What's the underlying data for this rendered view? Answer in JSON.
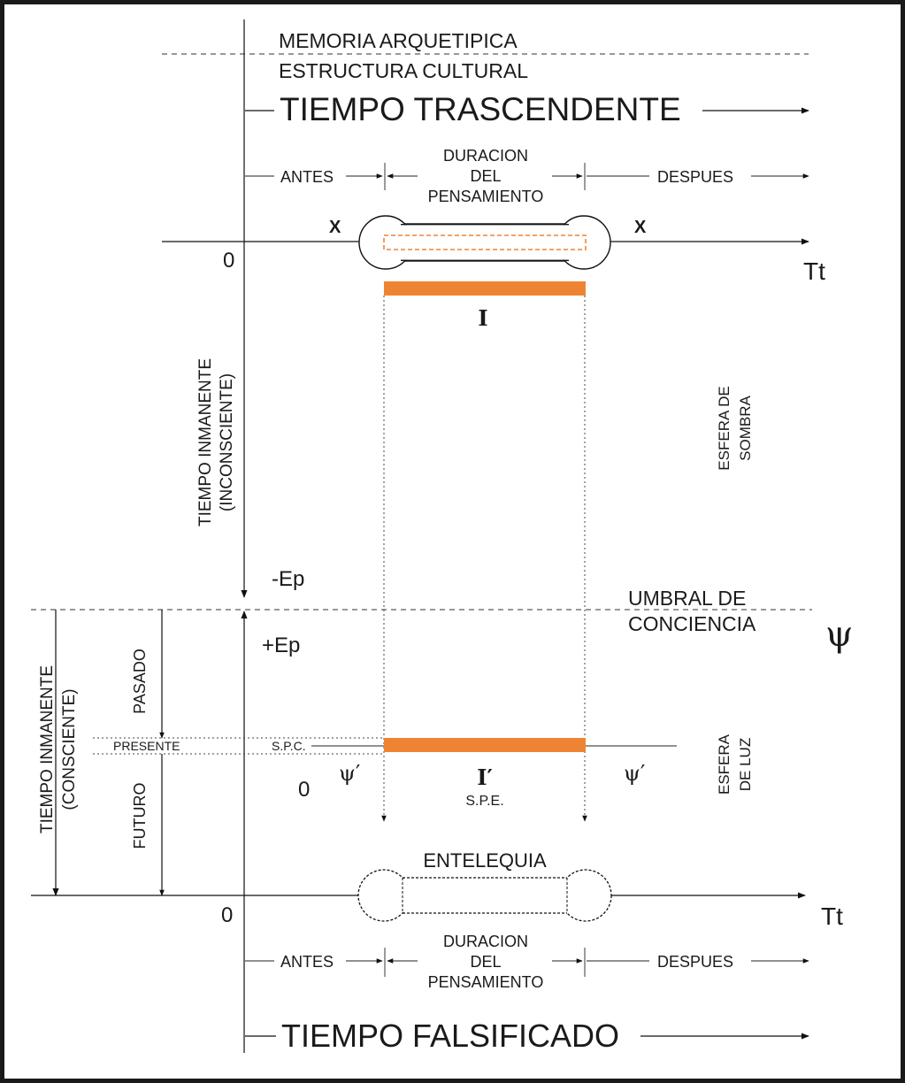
{
  "labels": {
    "memoria": "MEMORIA ARQUETIPICA",
    "estructura": "ESTRUCTURA CULTURAL",
    "trascendente": "TIEMPO TRASCENDENTE",
    "antes_top": "ANTES",
    "duracion_top_1": "DURACION",
    "duracion_top_2": "DEL",
    "duracion_top_3": "PENSAMIENTO",
    "despues_top": "DESPUES",
    "x_left": "X",
    "x_right": "X",
    "zero_top": "0",
    "tt_top": "Tt",
    "i_symbol": "I",
    "inconsciente_1": "TIEMPO INMANENTE",
    "inconsciente_2": "(INCONSCIENTE)",
    "sombra_1": "ESFERA DE",
    "sombra_2": "SOMBRA",
    "minus_ep": "-Ep",
    "umbral_1": "UMBRAL DE",
    "umbral_2": "CONCIENCIA",
    "psi": "ψ",
    "plus_ep": "+Ep",
    "consciente_1": "TIEMPO INMANENTE",
    "consciente_2": "(CONSCIENTE)",
    "pasado": "PASADO",
    "presente": "PRESENTE",
    "spc": "S.P.C.",
    "luz_1": "ESFERA",
    "luz_2": "DE LUZ",
    "psi_prime_left": "ψ′",
    "psi_prime_right": "ψ′",
    "zero_mid": "0",
    "i_prime": "I′",
    "spe": "S.P.E.",
    "futuro": "FUTURO",
    "entelequia": "ENTELEQUIA",
    "zero_bottom": "0",
    "tt_bottom": "Tt",
    "antes_bottom": "ANTES",
    "duracion_bottom_1": "DURACION",
    "duracion_bottom_2": "DEL",
    "duracion_bottom_3": "PENSAMIENTO",
    "despues_bottom": "DESPUES",
    "falsificado": "TIEMPO FALSIFICADO"
  },
  "colors": {
    "accent": "#ee8433",
    "ink": "#1a1a1a",
    "frame": "#1a1a1a"
  }
}
